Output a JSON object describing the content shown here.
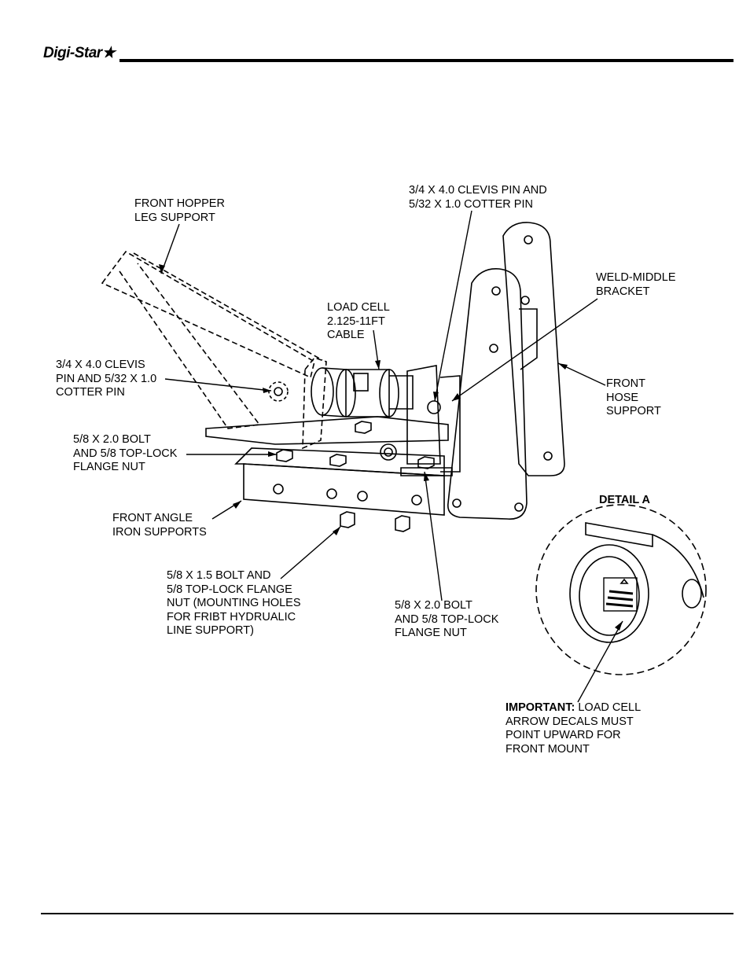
{
  "header": {
    "logo_text": "Digi-Star"
  },
  "labels": {
    "front_hopper": "FRONT HOPPER\nLEG SUPPORT",
    "clevis_top": "3/4 X 4.0 CLEVIS PIN AND\n5/32 X 1.0 COTTER PIN",
    "weld_middle": "WELD-MIDDLE\nBRACKET",
    "load_cell": "LOAD CELL\n2.125-11FT\nCABLE",
    "clevis_left": "3/4 X 4.0 CLEVIS\nPIN AND 5/32 X 1.0\nCOTTER PIN",
    "front_hose": "FRONT\nHOSE\nSUPPORT",
    "bolt_left": "5/8 X 2.0 BOLT\nAND 5/8 TOP-LOCK\nFLANGE NUT",
    "front_angle": "FRONT ANGLE\nIRON SUPPORTS",
    "detail_a": "DETAIL A",
    "bolt_15": "5/8 X 1.5 BOLT AND\n5/8 TOP-LOCK FLANGE\nNUT (MOUNTING HOLES\nFOR FRIBT HYDRUALIC\nLINE SUPPORT)",
    "bolt_right": "5/8 X 2.0 BOLT\nAND 5/8 TOP-LOCK\nFLANGE NUT",
    "important_bold": "IMPORTANT:",
    "important_rest": " LOAD CELL\nARROW DECALS MUST\nPOINT UPWARD FOR\nFRONT MOUNT"
  }
}
